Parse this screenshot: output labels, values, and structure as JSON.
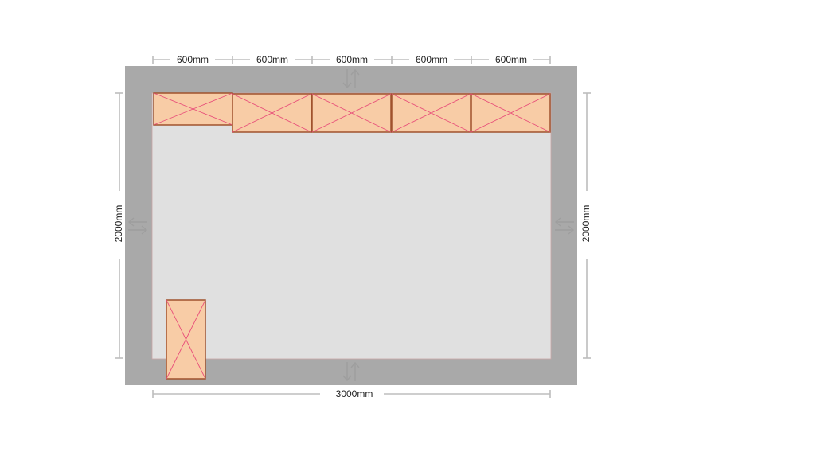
{
  "dimensions": {
    "top_segments": [
      "600mm",
      "600mm",
      "600mm",
      "600mm",
      "600mm"
    ],
    "bottom_total": "3000mm",
    "left_height": "2000mm",
    "right_height": "2000mm"
  },
  "colors": {
    "wall": "#a9a9a9",
    "floor": "#e0e0e0",
    "cabinet_fill": "#f8cca6",
    "cabinet_stroke": "#a0522d",
    "cabinet_cross": "#e8507a",
    "dimension_line": "#bdbdbd"
  },
  "icons": {
    "door_swap": "swap-arrows-icon"
  }
}
